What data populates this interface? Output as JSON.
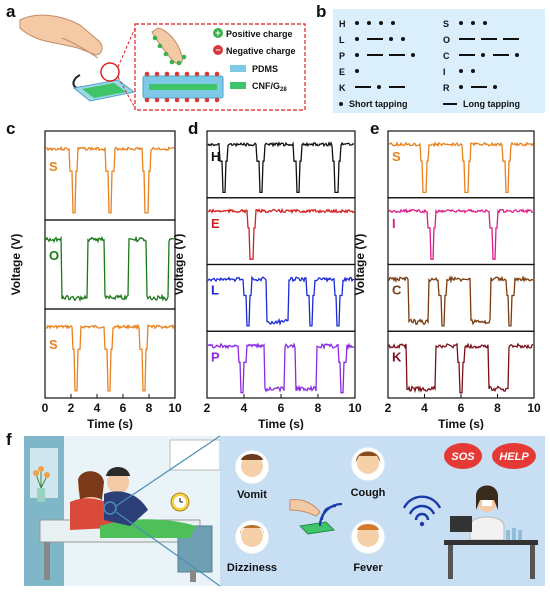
{
  "panel_labels": {
    "a": "a",
    "b": "b",
    "c": "c",
    "d": "d",
    "e": "e",
    "f": "f"
  },
  "panel_a": {
    "positive_charge": "Positive charge",
    "negative_charge": "Negative charge",
    "pdms": "PDMS",
    "cnf": "CNF/G",
    "cnf_sub": "28"
  },
  "panel_b": {
    "left": [
      {
        "letter": "H",
        "code": "...."
      },
      {
        "letter": "L",
        "code": ".-.."
      },
      {
        "letter": "P",
        "code": ".--."
      },
      {
        "letter": "E",
        "code": "."
      },
      {
        "letter": "K",
        "code": "-.-"
      }
    ],
    "right": [
      {
        "letter": "S",
        "code": "..."
      },
      {
        "letter": "O",
        "code": "---"
      },
      {
        "letter": "C",
        "code": "-.-."
      },
      {
        "letter": "I",
        "code": ".."
      },
      {
        "letter": "R",
        "code": ".-."
      }
    ],
    "legend_short": "Short tapping",
    "legend_long": "Long tapping"
  },
  "chart_data": [
    {
      "type": "line",
      "panel": "c",
      "xlabel": "Time (s)",
      "ylabel": "Voltage (V)",
      "xlim": [
        0,
        10
      ],
      "xticks": [
        "0",
        "2",
        "4",
        "6",
        "8",
        "10"
      ],
      "series": [
        {
          "name": "S",
          "color": "#e8821e",
          "events": [
            {
              "t": 2.2,
              "kind": "short"
            },
            {
              "t": 5.0,
              "kind": "short"
            },
            {
              "t": 7.8,
              "kind": "short"
            }
          ]
        },
        {
          "name": "O",
          "color": "#1a7a1a",
          "events": [
            {
              "t": 1.3,
              "t2": 3.3,
              "kind": "long"
            },
            {
              "t": 4.6,
              "t2": 6.4,
              "kind": "long"
            },
            {
              "t": 7.8,
              "t2": 9.5,
              "kind": "long"
            }
          ]
        },
        {
          "name": "S",
          "color": "#e8821e",
          "events": [
            {
              "t": 2.4,
              "kind": "short"
            },
            {
              "t": 4.9,
              "kind": "short"
            },
            {
              "t": 7.6,
              "kind": "short"
            }
          ]
        }
      ]
    },
    {
      "type": "line",
      "panel": "d",
      "xlabel": "Time (s)",
      "ylabel": "Voltage (V)",
      "xlim": [
        2,
        10
      ],
      "xticks": [
        "2",
        "4",
        "6",
        "8",
        "10"
      ],
      "series": [
        {
          "name": "H",
          "color": "#111111",
          "events": [
            {
              "t": 2.9,
              "kind": "short"
            },
            {
              "t": 4.9,
              "kind": "short"
            },
            {
              "t": 6.9,
              "kind": "short"
            },
            {
              "t": 9.0,
              "kind": "short"
            }
          ]
        },
        {
          "name": "E",
          "color": "#d42020",
          "events": [
            {
              "t": 4.4,
              "kind": "short"
            }
          ]
        },
        {
          "name": "L",
          "color": "#1a2ad4",
          "events": [
            {
              "t": 4.2,
              "kind": "short"
            },
            {
              "t": 5.2,
              "t2": 6.4,
              "kind": "long"
            },
            {
              "t": 7.6,
              "kind": "short"
            },
            {
              "t": 9.1,
              "kind": "short"
            }
          ]
        },
        {
          "name": "P",
          "color": "#8a2be2",
          "events": [
            {
              "t": 3.9,
              "kind": "short"
            },
            {
              "t": 5.1,
              "t2": 6.2,
              "kind": "long"
            },
            {
              "t": 6.8,
              "t2": 7.9,
              "kind": "long"
            },
            {
              "t": 9.3,
              "kind": "short"
            }
          ]
        }
      ]
    },
    {
      "type": "line",
      "panel": "e",
      "xlabel": "Time (s)",
      "ylabel": "Voltage (V)",
      "xlim": [
        2,
        10
      ],
      "xticks": [
        "2",
        "4",
        "6",
        "8",
        "10"
      ],
      "series": [
        {
          "name": "S",
          "color": "#e8821e",
          "events": [
            {
              "t": 4.0,
              "kind": "short"
            },
            {
              "t": 6.3,
              "kind": "short"
            },
            {
              "t": 8.5,
              "kind": "short"
            }
          ]
        },
        {
          "name": "I",
          "color": "#e0198a",
          "events": [
            {
              "t": 4.4,
              "kind": "short"
            },
            {
              "t": 7.8,
              "kind": "short"
            }
          ]
        },
        {
          "name": "C",
          "color": "#7a3b0f",
          "events": [
            {
              "t": 3.1,
              "t2": 4.2,
              "kind": "long"
            },
            {
              "t": 5.0,
              "kind": "short"
            },
            {
              "t": 6.5,
              "t2": 7.6,
              "kind": "long"
            },
            {
              "t": 8.7,
              "kind": "short"
            }
          ]
        },
        {
          "name": "K",
          "color": "#7a0f1a",
          "events": [
            {
              "t": 3.0,
              "t2": 4.6,
              "kind": "long"
            },
            {
              "t": 6.0,
              "kind": "short"
            },
            {
              "t": 7.5,
              "t2": 8.6,
              "kind": "long"
            }
          ]
        }
      ]
    }
  ],
  "panel_f": {
    "vomit": "Vomit",
    "cough": "Cough",
    "dizziness": "Dizziness",
    "fever": "Fever",
    "sos": "SOS",
    "help": "HELP"
  }
}
